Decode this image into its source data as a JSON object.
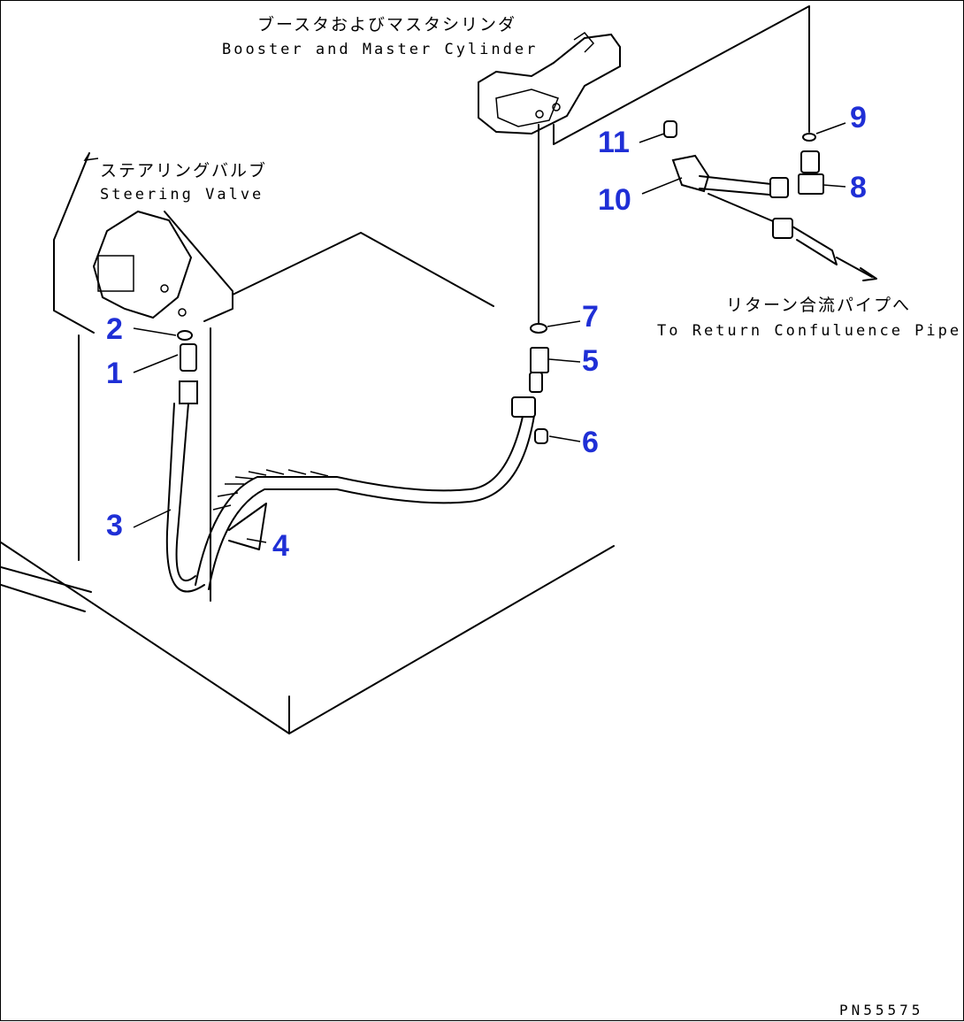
{
  "labels": {
    "booster_jp": "ブースタおよびマスタシリンダ",
    "booster_en": "Booster and Master Cylinder",
    "steering_jp": "ステアリングバルブ",
    "steering_en": "Steering Valve",
    "return_jp": "リターン合流パイプへ",
    "return_en": "To Return Confuluence Pipe"
  },
  "callouts": [
    "1",
    "2",
    "3",
    "4",
    "5",
    "6",
    "7",
    "8",
    "9",
    "10",
    "11"
  ],
  "drawing_code": "PN55575",
  "colors": {
    "callout": "#1f2fd6",
    "linework": "#000000",
    "background": "#ffffff"
  }
}
